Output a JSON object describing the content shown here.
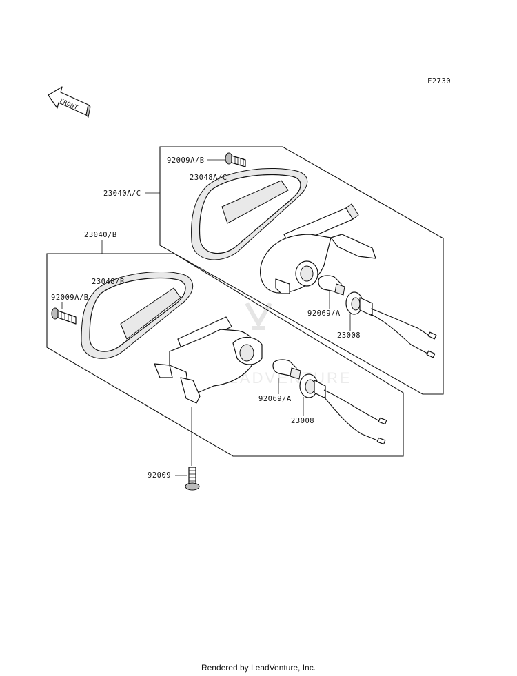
{
  "figure_code": "F2730",
  "front_label": "FRONT",
  "watermark": "LEADVENTURE",
  "labels": {
    "screw_upper": "92009A/B",
    "lens_upper": "23048A/C",
    "assy_upper": "23040A/C",
    "assy_lower": "23040/B",
    "lens_lower": "23048/B",
    "screw_lower": "92009A/B",
    "bulb_upper": "92069/A",
    "socket_upper": "23008",
    "bulb_lower": "92069/A",
    "socket_lower": "23008",
    "mount_screw": "92009"
  },
  "footer": "Rendered by LeadVenture, Inc."
}
